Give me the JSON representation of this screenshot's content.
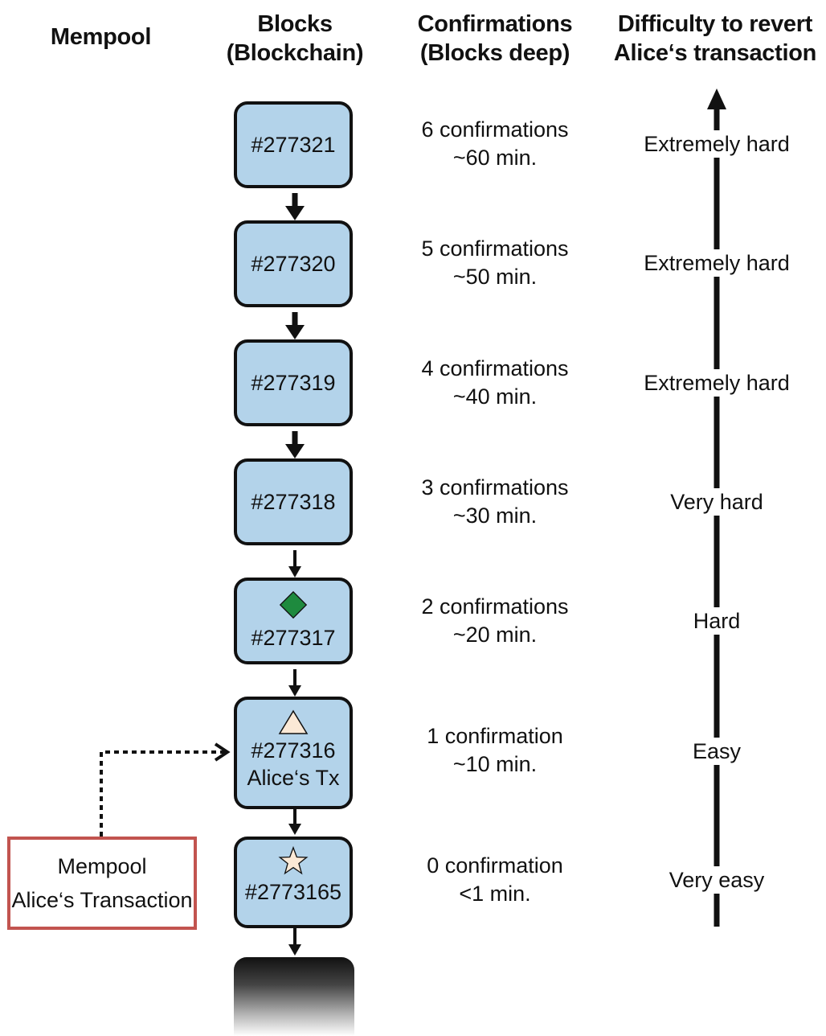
{
  "headers": {
    "mempool": "Mempool",
    "blocks": [
      "Blocks",
      "(Blockchain)"
    ],
    "confirmations": [
      "Confirmations",
      "(Blocks deep)"
    ],
    "difficulty": [
      "Difficulty to revert",
      "Alice‘s transaction"
    ]
  },
  "blocks": [
    {
      "id": "#277321",
      "conf": "6 confirmations",
      "time": "~60 min.",
      "difficulty": "Extremely hard"
    },
    {
      "id": "#277320",
      "conf": "5 confirmations",
      "time": "~50 min.",
      "difficulty": "Extremely hard"
    },
    {
      "id": "#277319",
      "conf": "4 confirmations",
      "time": "~40 min.",
      "difficulty": "Extremely hard"
    },
    {
      "id": "#277318",
      "conf": "3 confirmations",
      "time": "~30 min.",
      "difficulty": "Very hard"
    },
    {
      "id": "#277317",
      "symbol": "diamond",
      "conf": "2 confirmations",
      "time": "~20 min.",
      "difficulty": "Hard"
    },
    {
      "id": "#277316",
      "sublabel": "Alice‘s Tx",
      "symbol": "triangle",
      "conf": "1 confirmation",
      "time": "~10 min.",
      "difficulty": "Easy"
    },
    {
      "id": "#2773165",
      "symbol": "star",
      "conf": "0 confirmation",
      "time": "<1 min.",
      "difficulty": "Very easy"
    }
  ],
  "mempool_box": [
    "Mempool",
    "Alice‘s Transaction"
  ],
  "colors": {
    "block_fill": "#b3d3ea",
    "diamond": "#1e8a3e",
    "triangle_star_fill": "#fbe9d6",
    "mempool_border": "#c2544f"
  }
}
